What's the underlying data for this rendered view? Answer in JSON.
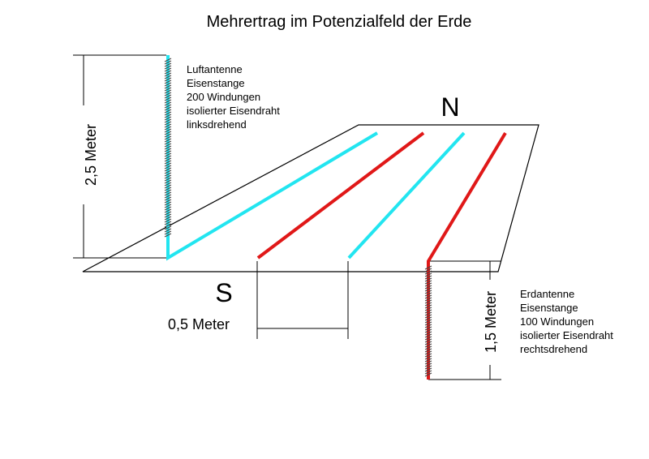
{
  "title": "Mehrertrag im Potenzialfeld der Erde",
  "directions": {
    "north": "N",
    "south": "S"
  },
  "air_antenna": {
    "lines": [
      "Luftantenne",
      "Eisenstange",
      "200 Windungen",
      "isolierter Eisendraht",
      "linksdrehend"
    ],
    "height_label": "2,5 Meter"
  },
  "ground_antenna": {
    "lines": [
      "Erdantenne",
      "Eisenstange",
      "100 Windungen",
      "isolierter Eisendraht",
      "rechtsdrehend"
    ],
    "depth_label": "1,5 Meter"
  },
  "spacing_label": "0,5 Meter",
  "colors": {
    "cyan": "#22e5f0",
    "red": "#e01818",
    "line": "#000000"
  }
}
